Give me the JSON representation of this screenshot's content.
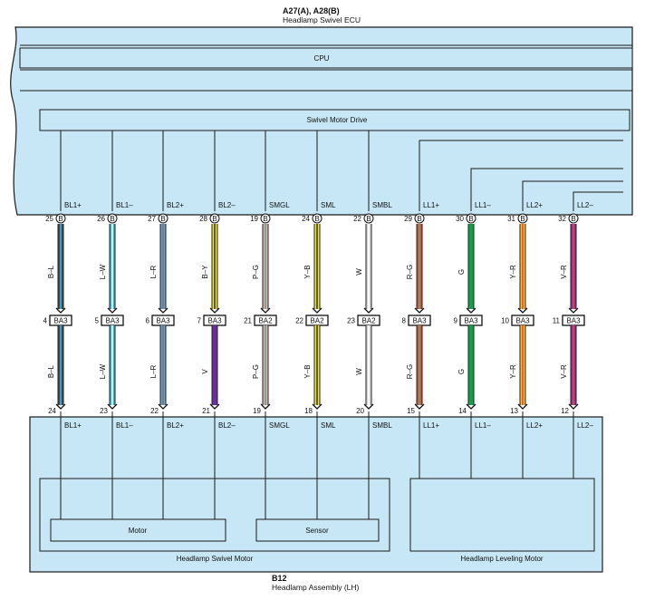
{
  "ecu": {
    "id": "A27(A), A28(B)",
    "name": "Headlamp Swivel ECU",
    "cpu_label": "CPU",
    "drive_label": "Swivel Motor Drive"
  },
  "assembly": {
    "id": "B12",
    "name": "Headlamp Assembly (LH)",
    "swivel_motor_label": "Headlamp Swivel Motor",
    "leveling_motor_label": "Headlamp Leveling Motor",
    "motor_label": "Motor",
    "sensor_label": "Sensor"
  },
  "circuits": [
    {
      "ecu_pin": "25",
      "ecu_conn": "B",
      "ecu_signal": "BL1+",
      "wire_top": "B–L",
      "junction_pin": "4",
      "junction": "BA3",
      "wire_bottom": "B–L",
      "motor_pin": "24",
      "motor_signal": "BL1+",
      "colors": {
        "base": "#4a4a4a",
        "stripe": "#2fb7e8"
      }
    },
    {
      "ecu_pin": "26",
      "ecu_conn": "B",
      "ecu_signal": "BL1–",
      "wire_top": "L–W",
      "junction_pin": "5",
      "junction": "BA3",
      "wire_bottom": "L–W",
      "motor_pin": "23",
      "motor_signal": "BL1–",
      "colors": {
        "base": "#2fb7e8",
        "stripe": "#ffffff"
      }
    },
    {
      "ecu_pin": "27",
      "ecu_conn": "B",
      "ecu_signal": "BL2+",
      "wire_top": "L–R",
      "junction_pin": "6",
      "junction": "BA3",
      "wire_bottom": "L–R",
      "motor_pin": "22",
      "motor_signal": "BL2+",
      "colors": {
        "base": "#2fb7e8",
        "stripe": "#e8463c"
      }
    },
    {
      "ecu_pin": "28",
      "ecu_conn": "B",
      "ecu_signal": "BL2–",
      "wire_top": "B–Y",
      "junction_pin": "7",
      "junction": "BA3",
      "wire_bottom": "V",
      "motor_pin": "21",
      "motor_signal": "BL2–",
      "colors": {
        "base": "#f2e42c",
        "stripe": "#3a3a3a",
        "bottom": "#6a2ea0"
      }
    },
    {
      "ecu_pin": "19",
      "ecu_conn": "B",
      "ecu_signal": "SMGL",
      "wire_top": "P–G",
      "junction_pin": "21",
      "junction": "BA2",
      "wire_bottom": "P–G",
      "motor_pin": "19",
      "motor_signal": "SMGL",
      "colors": {
        "base": "#f2a6c0",
        "stripe": "#47b36b"
      }
    },
    {
      "ecu_pin": "24",
      "ecu_conn": "B",
      "ecu_signal": "SML",
      "wire_top": "Y–B",
      "junction_pin": "22",
      "junction": "BA2",
      "wire_bottom": "Y–B",
      "motor_pin": "18",
      "motor_signal": "SML",
      "colors": {
        "base": "#f2e42c",
        "stripe": "#3a3a3a"
      }
    },
    {
      "ecu_pin": "22",
      "ecu_conn": "B",
      "ecu_signal": "SMBL",
      "wire_top": "W",
      "junction_pin": "23",
      "junction": "BA2",
      "wire_bottom": "W",
      "motor_pin": "20",
      "motor_signal": "SMBL",
      "colors": {
        "base": "#d8d8d8",
        "stripe": "#ffffff"
      }
    },
    {
      "ecu_pin": "29",
      "ecu_conn": "B",
      "ecu_signal": "LL1+",
      "wire_top": "R–G",
      "junction_pin": "8",
      "junction": "BA3",
      "wire_bottom": "R–G",
      "motor_pin": "15",
      "motor_signal": "LL1+",
      "colors": {
        "base": "#e8463c",
        "stripe": "#47b36b"
      }
    },
    {
      "ecu_pin": "30",
      "ecu_conn": "B",
      "ecu_signal": "LL1–",
      "wire_top": "G",
      "junction_pin": "9",
      "junction": "BA3",
      "wire_bottom": "G",
      "motor_pin": "14",
      "motor_signal": "LL1–",
      "colors": {
        "base": "#14a04a",
        "stripe": "#14a04a"
      }
    },
    {
      "ecu_pin": "31",
      "ecu_conn": "B",
      "ecu_signal": "LL2+",
      "wire_top": "Y–R",
      "junction_pin": "10",
      "junction": "BA3",
      "wire_bottom": "Y–R",
      "motor_pin": "13",
      "motor_signal": "LL2+",
      "colors": {
        "base": "#f5c22a",
        "stripe": "#e8463c"
      }
    },
    {
      "ecu_pin": "32",
      "ecu_conn": "B",
      "ecu_signal": "LL2–",
      "wire_top": "V–R",
      "junction_pin": "11",
      "junction": "BA3",
      "wire_bottom": "V–R",
      "motor_pin": "12",
      "motor_signal": "LL2–",
      "colors": {
        "base": "#8a2ea0",
        "stripe": "#e8463c"
      }
    }
  ],
  "colors": {
    "panel_fill": "#c7e7f6",
    "outline": "#1a1a1a"
  }
}
